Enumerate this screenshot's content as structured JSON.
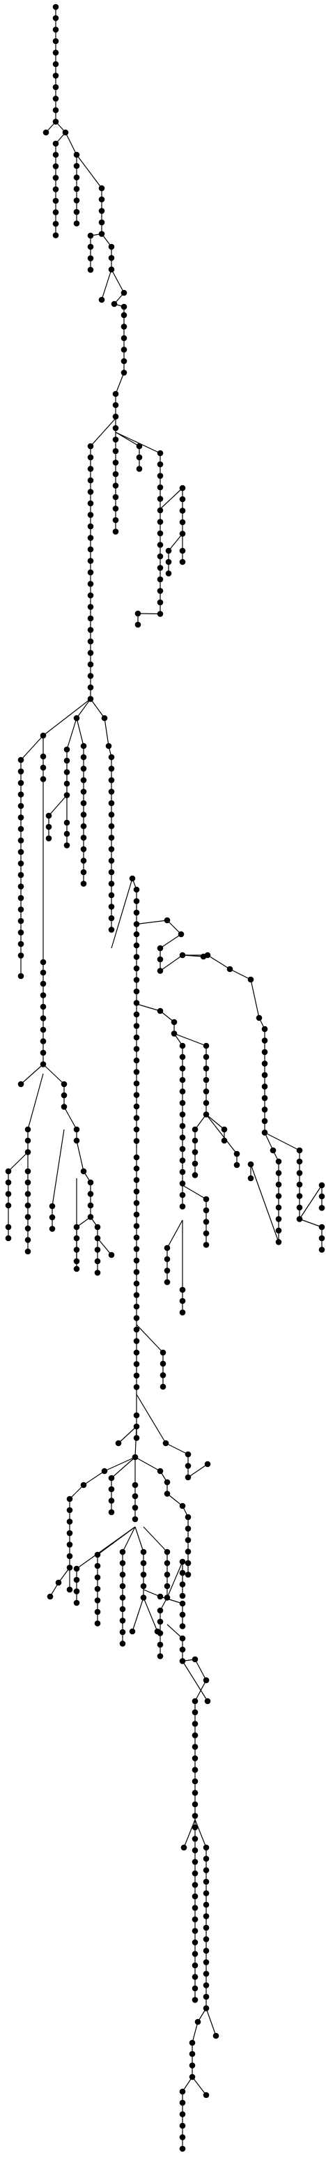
{
  "diagram": {
    "type": "tree",
    "layout": "vertical-top-down",
    "node_color": "#000000",
    "edge_color": "#000000",
    "background": "#ffffff",
    "labels": "none"
  }
}
